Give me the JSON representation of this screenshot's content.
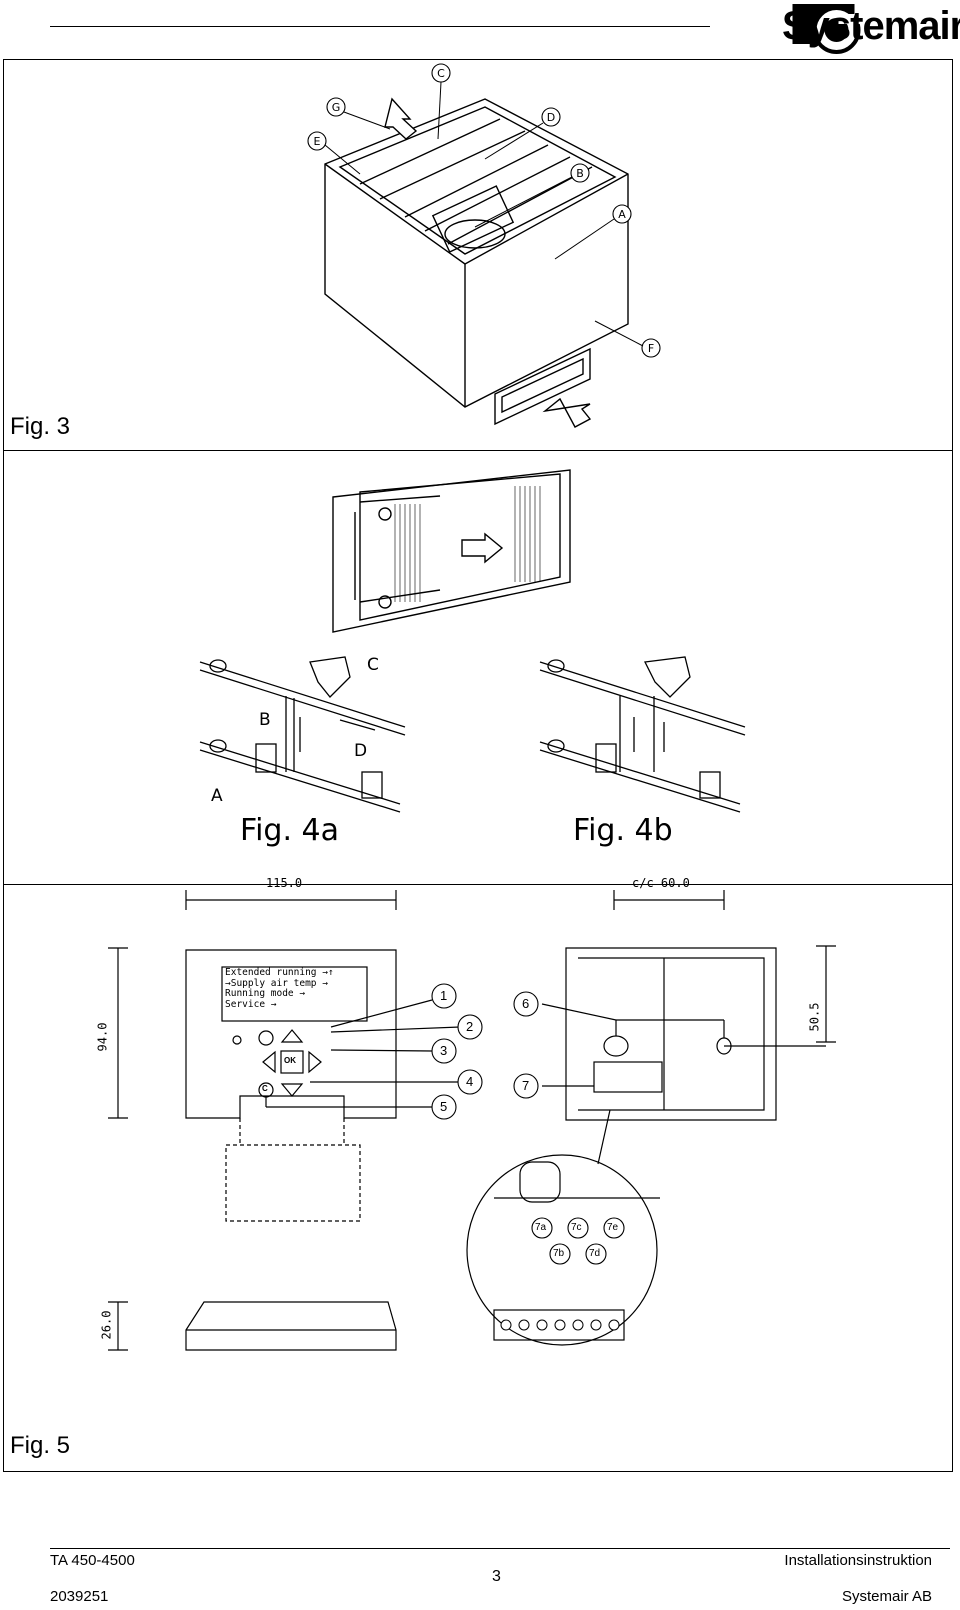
{
  "header": {
    "brand": "Systemair"
  },
  "figures": {
    "fig3": {
      "label": "Fig. 3",
      "callouts": [
        "A",
        "B",
        "C",
        "D",
        "E",
        "F",
        "G"
      ]
    },
    "fig4a": {
      "label": "Fig. 4a",
      "callouts": [
        "A",
        "B",
        "C",
        "D"
      ]
    },
    "fig4b": {
      "label": "Fig. 4b"
    },
    "fig5": {
      "label": "Fig. 5",
      "dimensions": {
        "width": "115.0",
        "cc": "c/c 60.0",
        "height": "94.0",
        "offset": "50.5",
        "depth": "26.0"
      },
      "display_lines": [
        "Extended running",
        "→Supply air temp",
        "Running mode",
        "Service"
      ],
      "display_arrows": [
        "→↑",
        "→",
        "→",
        "→"
      ],
      "ok_label": "OK",
      "c_label": "C",
      "callouts_left": [
        "1",
        "2",
        "3",
        "4",
        "5"
      ],
      "callouts_right": [
        "6",
        "7"
      ],
      "terminals": [
        "7a",
        "7b",
        "7c",
        "7d",
        "7e"
      ]
    }
  },
  "footer": {
    "doc_id": "TA 450-4500",
    "page_number": "3",
    "doc_type": "Installationsinstruktion",
    "article_no": "2039251",
    "company": "Systemair AB"
  }
}
